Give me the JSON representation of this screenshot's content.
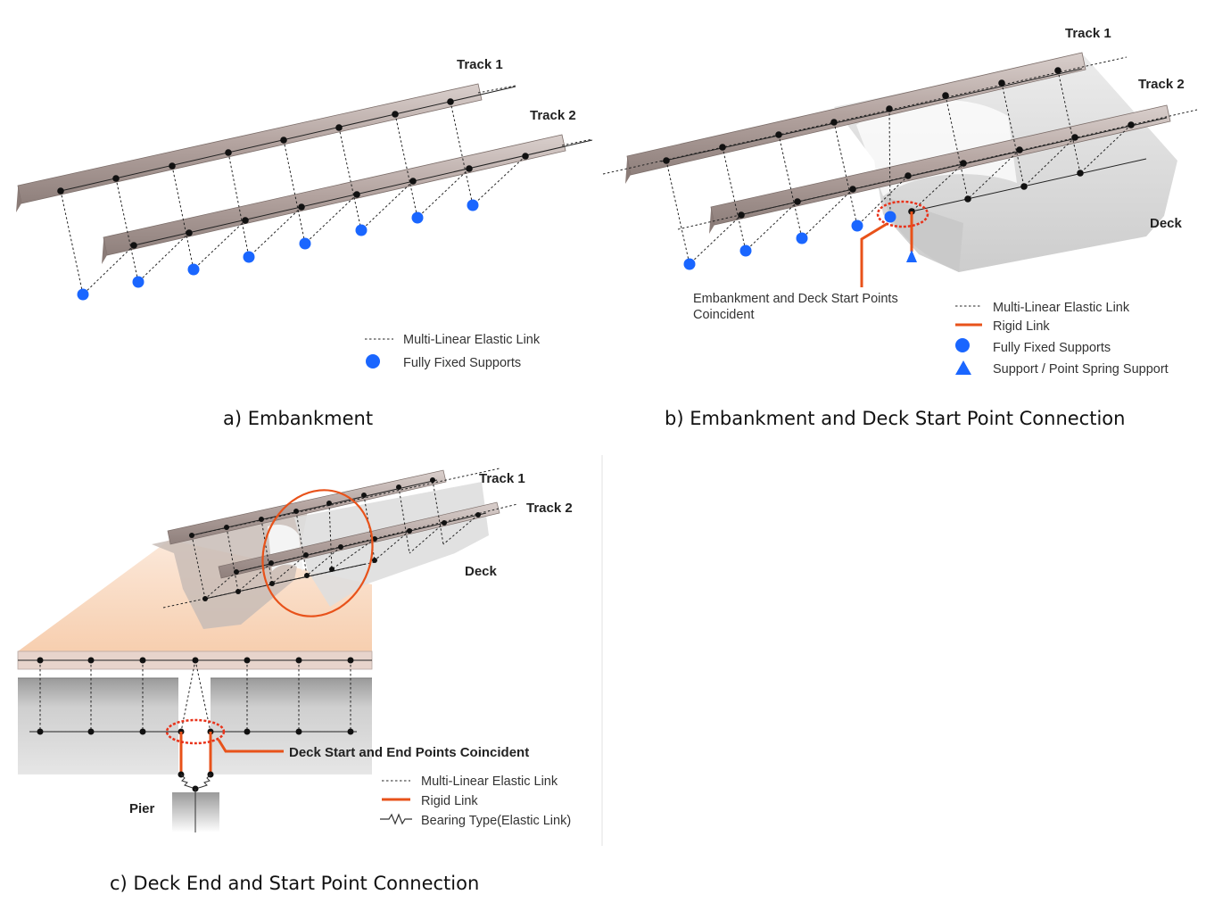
{
  "panel_a": {
    "track1": "Track 1",
    "track2": "Track 2",
    "legend": [
      "Multi-Linear Elastic Link",
      "Fully Fixed Supports"
    ],
    "caption": "a) Embankment"
  },
  "panel_b": {
    "track1": "Track 1",
    "track2": "Track 2",
    "deck": "Deck",
    "callout_line1": "Embankment and Deck Start Points",
    "callout_line2": "Coincident",
    "legend": [
      "Multi-Linear Elastic Link",
      "Rigid Link",
      "Fully Fixed Supports",
      "Support / Point Spring Support"
    ],
    "caption": "b) Embankment and Deck Start Point Connection"
  },
  "panel_c": {
    "track1": "Track 1",
    "track2": "Track 2",
    "deck": "Deck",
    "pier": "Pier",
    "callout": "Deck Start and End Points Coincident",
    "legend": [
      "Multi-Linear Elastic Link",
      "Rigid Link",
      "Bearing Type(Elastic Link)"
    ],
    "caption": "c) Deck End and Start Point Connection"
  },
  "colors": {
    "rail": "#b8aaa6",
    "support": "#1a66ff",
    "rigid_link": "#e8521a",
    "deck": "#d6d6d6"
  }
}
